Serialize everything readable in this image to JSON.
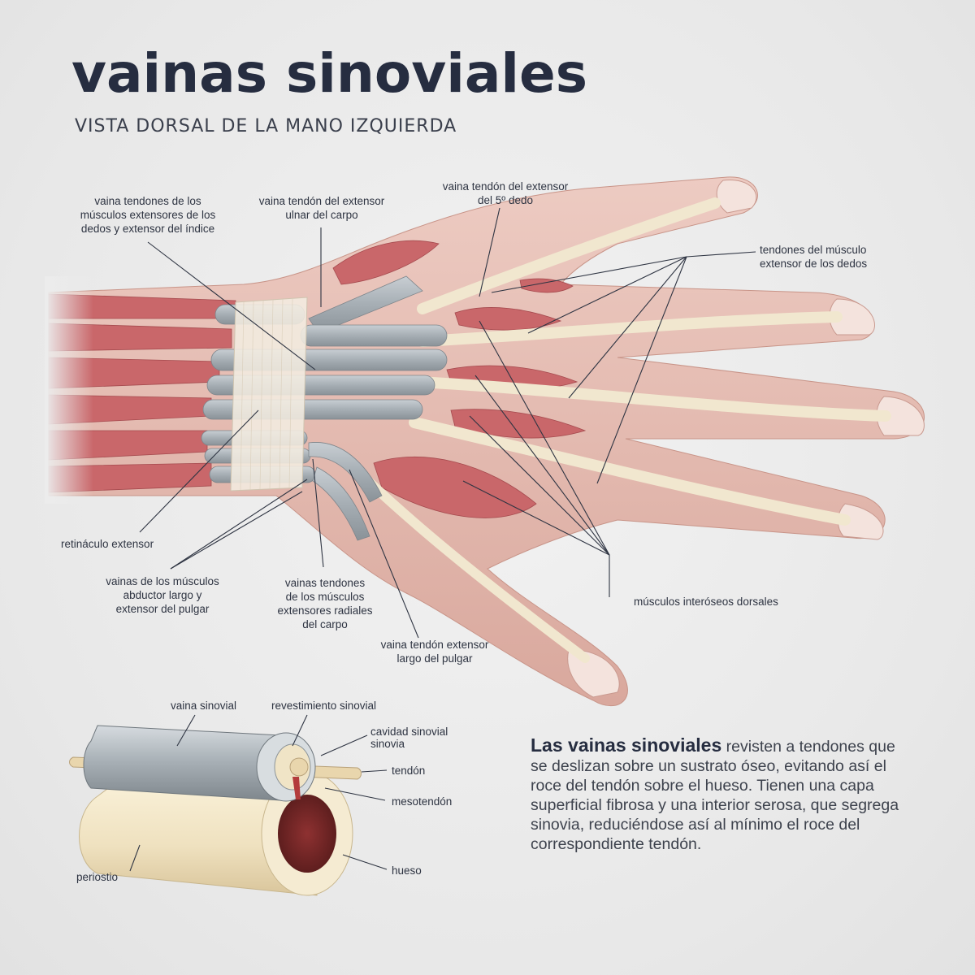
{
  "header": {
    "title": "vainas sinoviales",
    "subtitle": "VISTA DORSAL DE LA MANO IZQUIERDA"
  },
  "hand_labels": {
    "extensores_dedos_indice": [
      "vaina tendones de los",
      "músculos extensores de los",
      "dedos y extensor del índice"
    ],
    "extensor_ulnar": [
      "vaina tendón del extensor",
      "ulnar del carpo"
    ],
    "extensor_5_dedo": [
      "vaina tendón del extensor",
      "del 5º dedo"
    ],
    "tendones_extensor_dedos": [
      "tendones del músculo",
      "extensor de los dedos"
    ],
    "retinaculo": [
      "retináculo extensor"
    ],
    "abductor_pulgar": [
      "vainas de los músculos",
      "abductor largo y",
      "extensor del pulgar"
    ],
    "extensores_radiales": [
      "vainas tendones",
      "de los músculos",
      "extensores radiales",
      "del carpo"
    ],
    "extensor_largo_pulgar": [
      "vaina tendón extensor",
      "largo del pulgar"
    ],
    "interoseos": [
      "músculos interóseos dorsales"
    ]
  },
  "sheath_labels": {
    "vaina_sinovial": "vaina sinovial",
    "revestimiento": "revestimiento sinovial",
    "cavidad": [
      "cavidad sinovial",
      "sinovia"
    ],
    "tendon": "tendón",
    "mesotendon": "mesotendón",
    "periostio": "periostio",
    "hueso": "hueso"
  },
  "description": {
    "lead": "Las vainas sinoviales",
    "body": " revisten a tendones que se deslizan sobre un sustrato óseo, evitando así el roce del tendón sobre el hueso. Tienen una capa superficial fibrosa y una interior serosa, que segrega sinovia, reduciéndose así al mínimo el roce del correspondiente tendón."
  },
  "colors": {
    "skin": "#e2b8ae",
    "muscle": "#c9676a",
    "tendon": "#f1e7cf",
    "sheath": "#a9b1b7",
    "bone": "#f3e8cc",
    "marrow": "#7e2a2a",
    "title": "#262d40"
  }
}
